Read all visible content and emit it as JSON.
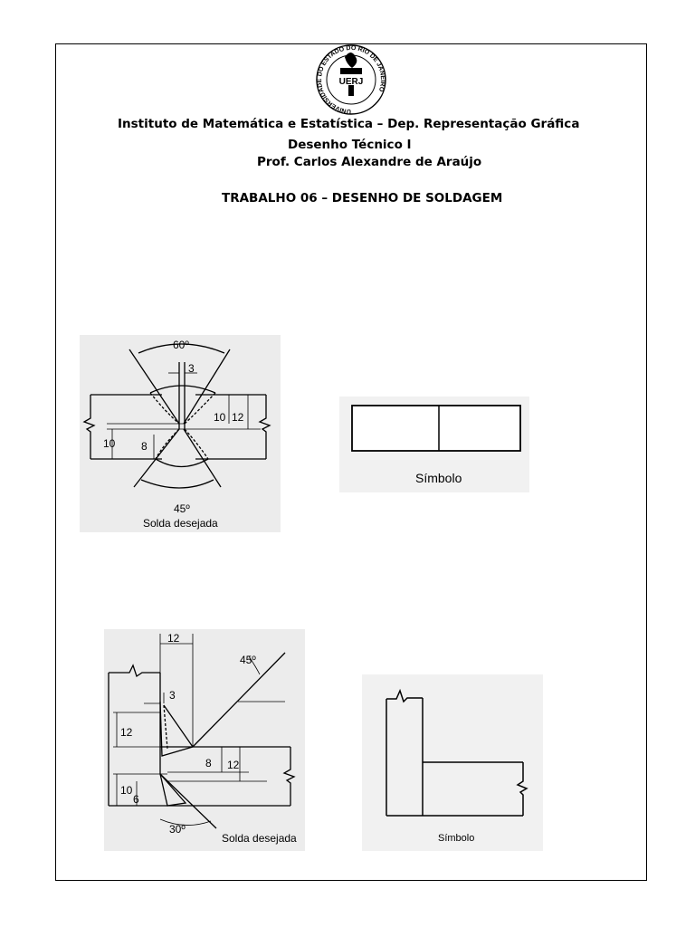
{
  "header": {
    "institution": "Instituto de Matemática e Estatística – Dep. Representação Gráfica",
    "course": "Desenho Técnico I",
    "professor": "Prof. Carlos Alexandre de Araújo",
    "assignment": "TRABALHO 06 – DESENHO DE SOLDAGEM"
  },
  "logo": {
    "abbrev": "UERJ",
    "ring_text": "UNIVERSIDADE DO ESTADO DO RIO DE JANEIRO"
  },
  "figure1": {
    "angle_top": "60º",
    "gap": "3",
    "dim_10_top": "10",
    "dim_12": "12",
    "dim_10_left": "10",
    "dim_8": "8",
    "angle_bottom": "45º",
    "caption": "Solda desejada"
  },
  "symbol1": {
    "caption": "Símbolo"
  },
  "figure2": {
    "dim_12_top": "12",
    "angle_45": "45º",
    "gap": "3",
    "dim_12_left": "12",
    "dim_8": "8",
    "dim_12_right": "12",
    "dim_10": "10",
    "dim_6": "6",
    "angle_30": "30º",
    "caption": "Solda desejada"
  },
  "symbol2": {
    "caption": "Símbolo"
  }
}
